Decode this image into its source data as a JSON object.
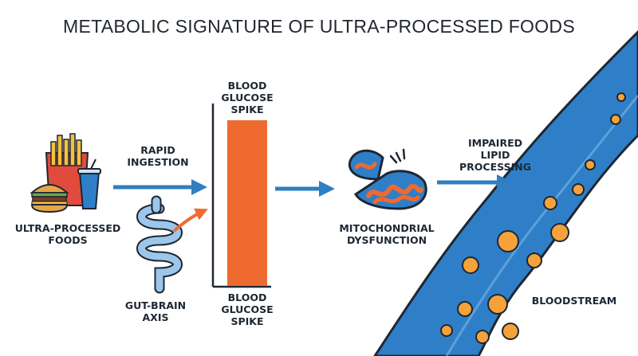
{
  "title": "METABOLIC SIGNATURE OF ULTRA-PROCESSED FOODS",
  "labels": {
    "foods": "ULTRA-PROCESSED\nFOODS",
    "ingestion": "RAPID\nINGESTION",
    "gut": "GUT-BRAIN\nAXIS",
    "spike_top": "BLOOD\nGLUCOSE\nSPIKE",
    "spike_bottom": "BLOOD\nGLUCOSE\nSPIKE",
    "mito": "MITOCHONDRIAL\nDYSFUNCTION",
    "lipid": "IMPAIRED\nLIPID\nPROCESSING",
    "blood": "BLOODSTREAM"
  },
  "colors": {
    "arrow": "#2f7fc1",
    "spike_bar": "#ee6a2f",
    "vessel": "#2f7fc8",
    "lipid": "#f6a23a",
    "gut": "#9cc7ea",
    "outline": "#1d2733"
  },
  "icons": [
    "fast-food-icon",
    "gut-icon",
    "mitochondria-icon",
    "blood-vessel-icon"
  ]
}
